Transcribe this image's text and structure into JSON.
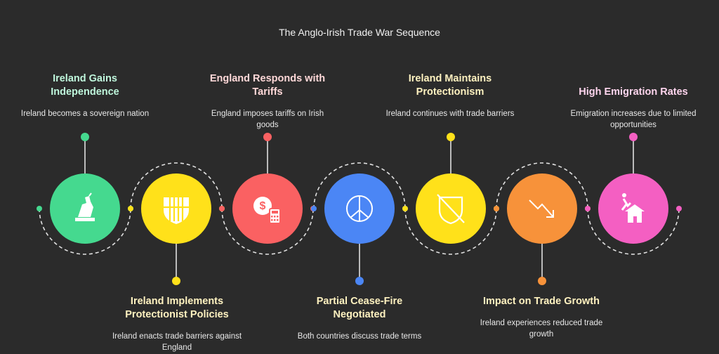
{
  "title": "The Anglo-Irish Trade War Sequence",
  "colors": {
    "background": "#2b2b2b",
    "connector": "#e0e0e0",
    "heading_up": "#b9f5d8",
    "heading_down": "#fff3c4",
    "heading_pink": "#ffd1ec"
  },
  "steps": [
    {
      "heading": "Ireland Gains Independence",
      "description": "Ireland becomes a sovereign nation",
      "color": "#45d98f",
      "icon": "hand-raise-icon"
    },
    {
      "heading": "Ireland Implements Protectionist Policies",
      "description": "Ireland enacts trade barriers against England",
      "color": "#ffe11a",
      "icon": "shield-grid-icon"
    },
    {
      "heading": "England Responds with Tariffs",
      "description": "England imposes tariffs on Irish goods",
      "color": "#fa6162",
      "icon": "dollar-calculator-icon"
    },
    {
      "heading": "Partial Cease-Fire Negotiated",
      "description": "Both countries discuss trade terms",
      "color": "#4b86f5",
      "icon": "peace-icon"
    },
    {
      "heading": "Ireland Maintains Protectionism",
      "description": "Ireland continues with trade barriers",
      "color": "#ffe11a",
      "icon": "shield-off-icon"
    },
    {
      "heading": "Impact on Trade Growth",
      "description": "Ireland experiences reduced trade growth",
      "color": "#f7923a",
      "icon": "trend-down-icon"
    },
    {
      "heading": "High Emigration Rates",
      "description": "Emigration increases due to limited opportunities",
      "color": "#f45fc2",
      "icon": "leaving-home-icon"
    }
  ]
}
